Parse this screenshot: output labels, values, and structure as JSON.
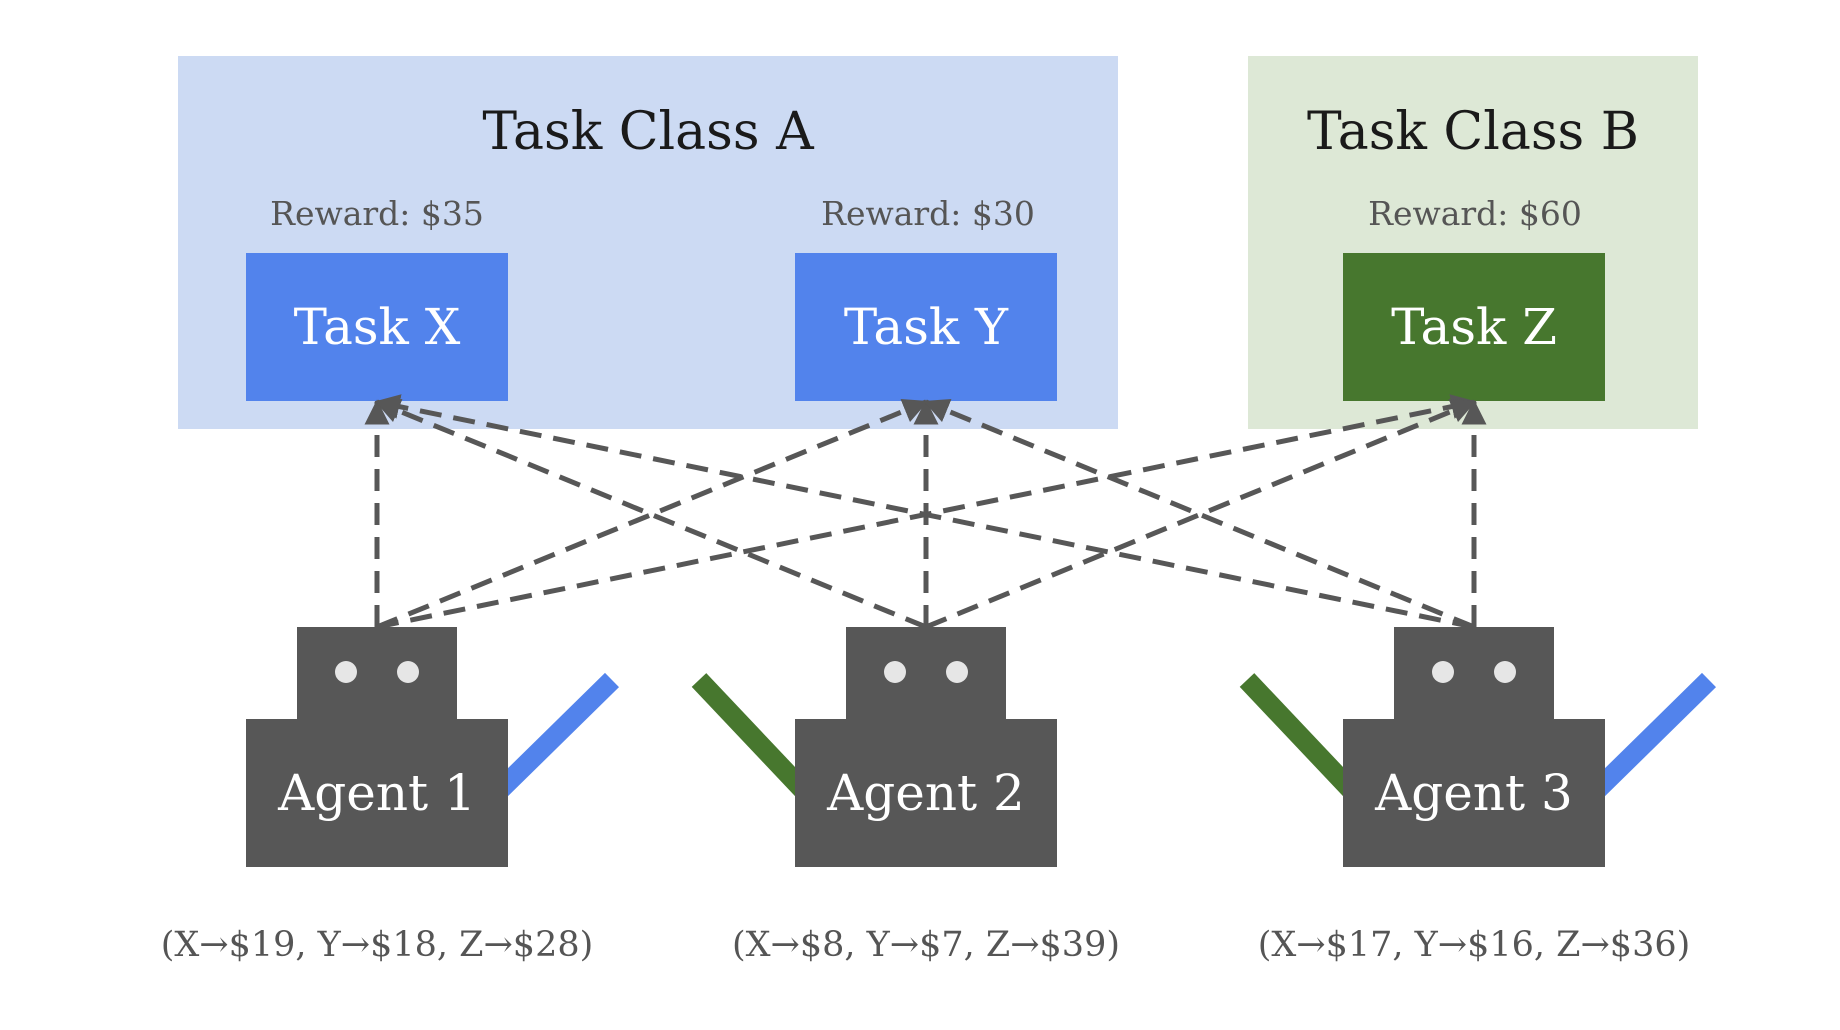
{
  "colors": {
    "class_a_bg": "#ccdaf3",
    "class_b_bg": "#dde8d6",
    "task_blue": "#5283ec",
    "task_green": "#47772e",
    "agent": "#575757",
    "edge": "#575757"
  },
  "classes": [
    {
      "title": "Task Class A"
    },
    {
      "title": "Task Class B"
    }
  ],
  "tasks": [
    {
      "label": "Task X",
      "reward": "Reward: $35"
    },
    {
      "label": "Task Y",
      "reward": "Reward: $30"
    },
    {
      "label": "Task Z",
      "reward": "Reward: $60"
    }
  ],
  "agents": [
    {
      "label": "Agent 1",
      "prefs": "(X→$19, Y→$18, Z→$28)",
      "arm_left": "",
      "arm_right": "blue"
    },
    {
      "label": "Agent 2",
      "prefs": "(X→$8, Y→$7, Z→$39)",
      "arm_left": "green",
      "arm_right": ""
    },
    {
      "label": "Agent 3",
      "prefs": "(X→$17, Y→$16, Z→$36)",
      "arm_left": "green",
      "arm_right": "blue"
    }
  ]
}
